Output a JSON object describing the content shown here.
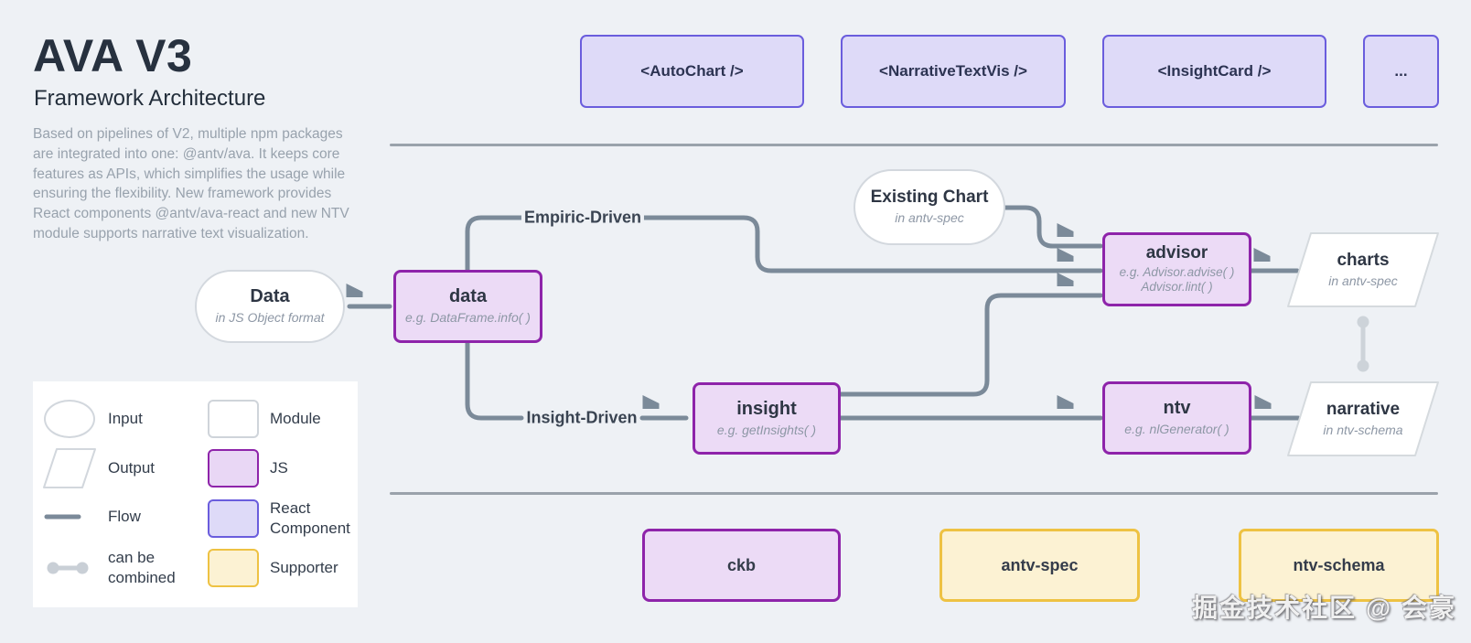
{
  "colors": {
    "background": "#eef1f5",
    "flow_line": "#7b8a99",
    "divider": "#9aa2ab",
    "js_fill": "#ecdbf6",
    "js_border": "#8e24aa",
    "react_fill": "#dedaf8",
    "react_border": "#6a5ddd",
    "supporter_fill": "#fcf2d3",
    "supporter_border": "#eec243",
    "module_fill": "#ffffff",
    "module_border": "#d3d8de",
    "combine_link": "#cdd3d9",
    "title_text": "#27313f",
    "body_text": "#98a2ad",
    "node_title_text": "#2e3644",
    "node_subtitle_text": "#8d97a5"
  },
  "header": {
    "title": "AVA V3",
    "subtitle": "Framework Architecture",
    "description_lines": [
      "Based on pipelines of V2, multiple npm packages",
      "are integrated into one: @antv/ava. It keeps core",
      "features as APIs, which simplifies the usage while",
      "ensuring the flexibility. New framework provides",
      "React components @antv/ava-react and new NTV",
      "module supports narrative text visualization."
    ]
  },
  "react_components": [
    {
      "label": "<AutoChart />"
    },
    {
      "label": "<NarrativeTextVis />"
    },
    {
      "label": "<InsightCard />"
    },
    {
      "label": "..."
    }
  ],
  "flow": {
    "empiric_label": "Empiric-Driven",
    "insight_label": "Insight-Driven"
  },
  "nodes": {
    "data_input": {
      "title": "Data",
      "subtitle": "in JS Object format"
    },
    "data": {
      "title": "data",
      "subtitle": "e.g. DataFrame.info( )"
    },
    "existing_chart": {
      "title": "Existing Chart",
      "subtitle": "in antv-spec"
    },
    "advisor": {
      "title": "advisor",
      "subtitle_line1": "e.g. Advisor.advise( )",
      "subtitle_line2": "Advisor.lint( )"
    },
    "insight": {
      "title": "insight",
      "subtitle": "e.g. getInsights( )"
    },
    "ntv": {
      "title": "ntv",
      "subtitle": "e.g. nlGenerator( )"
    },
    "charts": {
      "title": "charts",
      "subtitle": "in antv-spec"
    },
    "narrative": {
      "title": "narrative",
      "subtitle": "in ntv-schema"
    }
  },
  "supporters": [
    {
      "label": "ckb"
    },
    {
      "label": "antv-spec"
    },
    {
      "label": "ntv-schema"
    }
  ],
  "legend": {
    "shape_items": [
      {
        "label": "Input"
      },
      {
        "label": "Output"
      },
      {
        "label": "Flow"
      },
      {
        "label_line1": "can be",
        "label_line2": "combined"
      }
    ],
    "style_items": [
      {
        "label": "Module"
      },
      {
        "label": "JS"
      },
      {
        "label_line1": "React",
        "label_line2": "Component"
      },
      {
        "label": "Supporter"
      }
    ]
  },
  "watermark": "掘金技术社区 @ 会豪"
}
